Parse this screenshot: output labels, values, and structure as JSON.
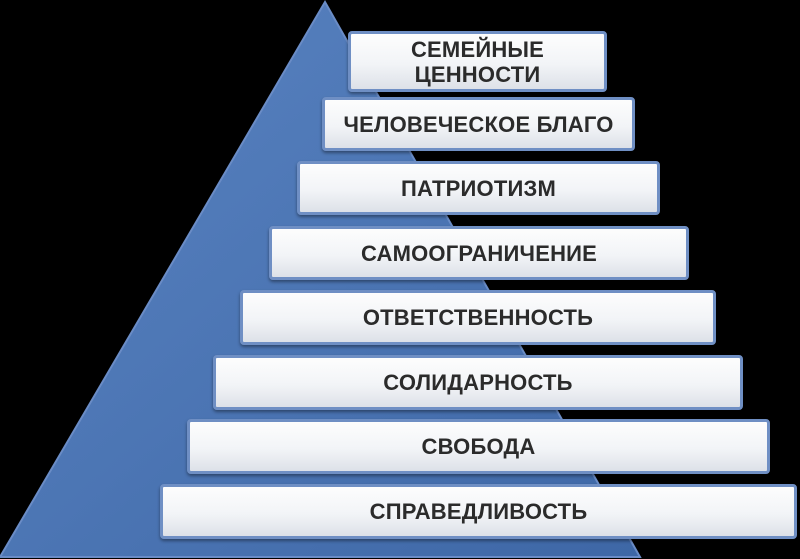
{
  "pyramid": {
    "fill_color": "#4a74b3",
    "levels": [
      {
        "label": "СЕМЕЙНЫЕ\nЦЕННОСТИ"
      },
      {
        "label": "ЧЕЛОВЕЧЕСКОЕ БЛАГО"
      },
      {
        "label": "ПАТРИОТИЗМ"
      },
      {
        "label": "САМООГРАНИЧЕНИЕ"
      },
      {
        "label": "ОТВЕТСТВЕННОСТЬ"
      },
      {
        "label": "СОЛИДАРНОСТЬ"
      },
      {
        "label": "СВОБОДА"
      },
      {
        "label": "СПРАВЕДЛИВОСТЬ"
      }
    ]
  }
}
